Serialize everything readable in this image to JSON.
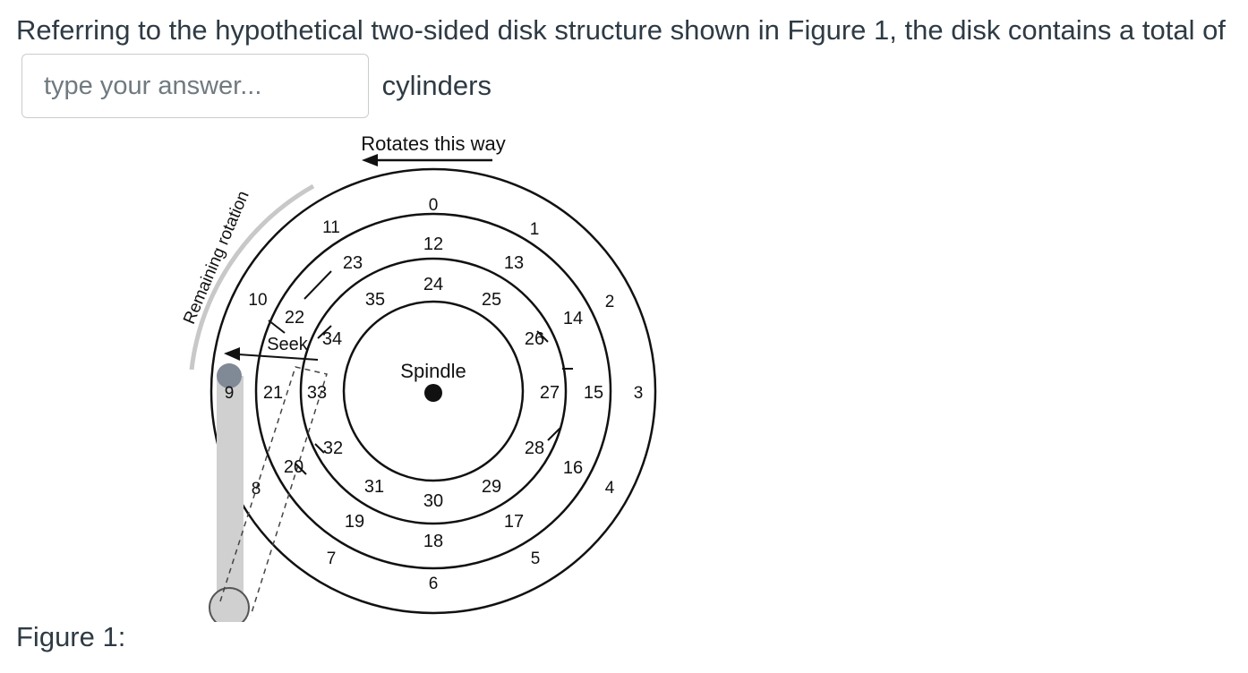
{
  "question": {
    "text_before": "Referring to the hypothetical two-sided disk structure shown in Figure 1, the disk contains a total of",
    "input_value": "",
    "input_placeholder": "type your answer...",
    "text_after": "cylinders"
  },
  "figure": {
    "label": "Figure 1:",
    "title": "Rotates this way",
    "remaining_rotation_label": "Remaining rotation",
    "seek_label": "Seek",
    "spindle_label": "Spindle",
    "outer_track_sectors": [
      "0",
      "1",
      "2",
      "3",
      "4",
      "5",
      "6",
      "7",
      "8",
      "9",
      "10",
      "11"
    ],
    "middle_track_sectors": [
      "12",
      "13",
      "14",
      "15",
      "16",
      "17",
      "18",
      "19",
      "20",
      "21",
      "22",
      "23"
    ],
    "inner_track_sectors": [
      "24",
      "25",
      "26",
      "27",
      "28",
      "29",
      "30",
      "31",
      "32",
      "33",
      "34",
      "35"
    ]
  }
}
